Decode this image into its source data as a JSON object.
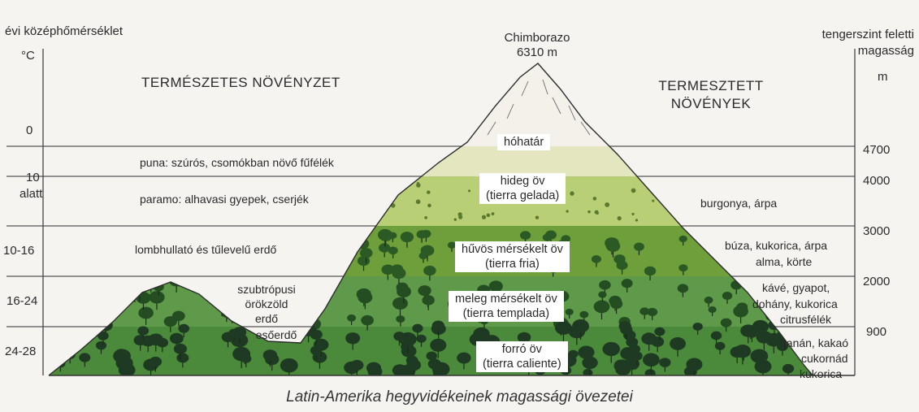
{
  "axis_left": {
    "title": "évi középhőmérséklet",
    "unit": "°C",
    "values": [
      "0",
      "10",
      "alatt",
      "10-16",
      "16-24",
      "24-28"
    ]
  },
  "axis_right": {
    "title_line1": "tengerszint feletti",
    "title_line2": "magasság",
    "unit": "m",
    "values": [
      "4700",
      "4000",
      "3000",
      "2000",
      "900"
    ]
  },
  "peak": {
    "name": "Chimborazo",
    "height": "6310 m"
  },
  "headings": {
    "natural_vegetation": "TERMÉSZETES NÖVÉNYZET",
    "cultivated_line1": "TERMESZTETT",
    "cultivated_line2": "NÖVÉNYEK"
  },
  "natural_vegetation": [
    "puna: szúrós, csomókban növő fűfélék",
    "paramo: alhavasi gyepek, cserjék",
    "lombhullató és tűlevelű erdő"
  ],
  "subtropical": {
    "line1": "szubtrópusi",
    "line2": "örökzöld",
    "line3": "erdő",
    "rainforest": "esőerdő"
  },
  "zones": {
    "snowline": "hóhatár",
    "cold_1": "hideg öv",
    "cold_2": "(tierra gelada)",
    "cool_1": "hűvös mérsékelt öv",
    "cool_2": "(tierra fria)",
    "warm_1": "meleg mérsékelt öv",
    "warm_2": "(tierra templada)",
    "hot_1": "forró öv",
    "hot_2": "(tierra caliente)"
  },
  "crops": {
    "cold": "burgonya, árpa",
    "cool_1": "búza, kukorica, árpa",
    "cool_2": "alma, körte",
    "warm_1": "kávé, gyapot,",
    "warm_2": "dohány, kukorica",
    "warm_3": "citrusfélék",
    "hot_1": "banán, kakaó",
    "hot_2": "cukornád",
    "hot_3": "kukorica"
  },
  "caption": "Latin-Amerika hegyvidékeinek magassági övezetei",
  "colors": {
    "snow": "#f3f1ea",
    "puna": "#e4e6bf",
    "cold": "#b9cf76",
    "cool": "#6f9f3a",
    "warm": "#5f9a4b",
    "hot": "#4a8a3a",
    "tree": "#1f3a22"
  }
}
